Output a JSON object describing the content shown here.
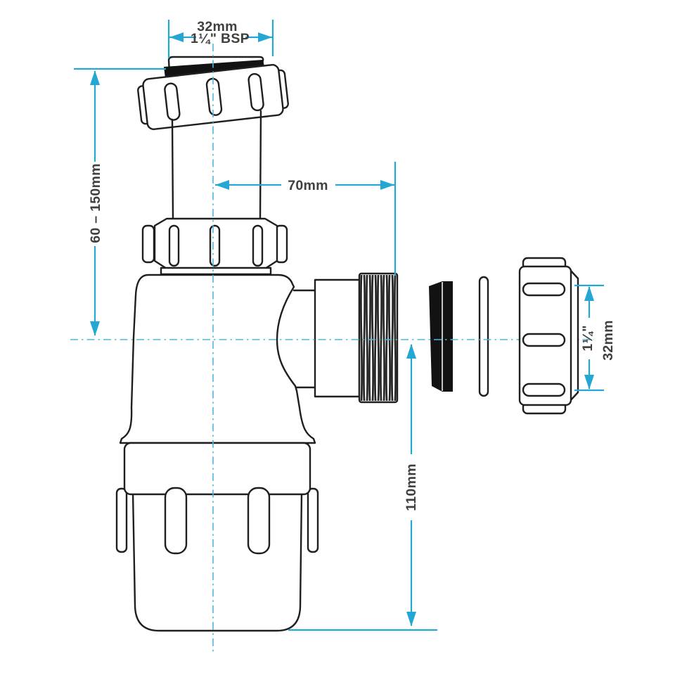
{
  "labels": {
    "top_diameter": "32mm",
    "top_thread": "1¼\" BSP",
    "inlet_height": "60 – 150mm",
    "outlet_projection": "70mm",
    "outlet_thread": "1¼\"",
    "outlet_diameter": "32mm",
    "trap_depth": "110mm"
  },
  "colors": {
    "dimension_accent": "#24A7D3",
    "centerline": "#4FB8DA",
    "outline": "#1F1F1F",
    "label_text": "#3F3F3F",
    "seal_fill": "#121212",
    "background": "#FFFFFF"
  }
}
